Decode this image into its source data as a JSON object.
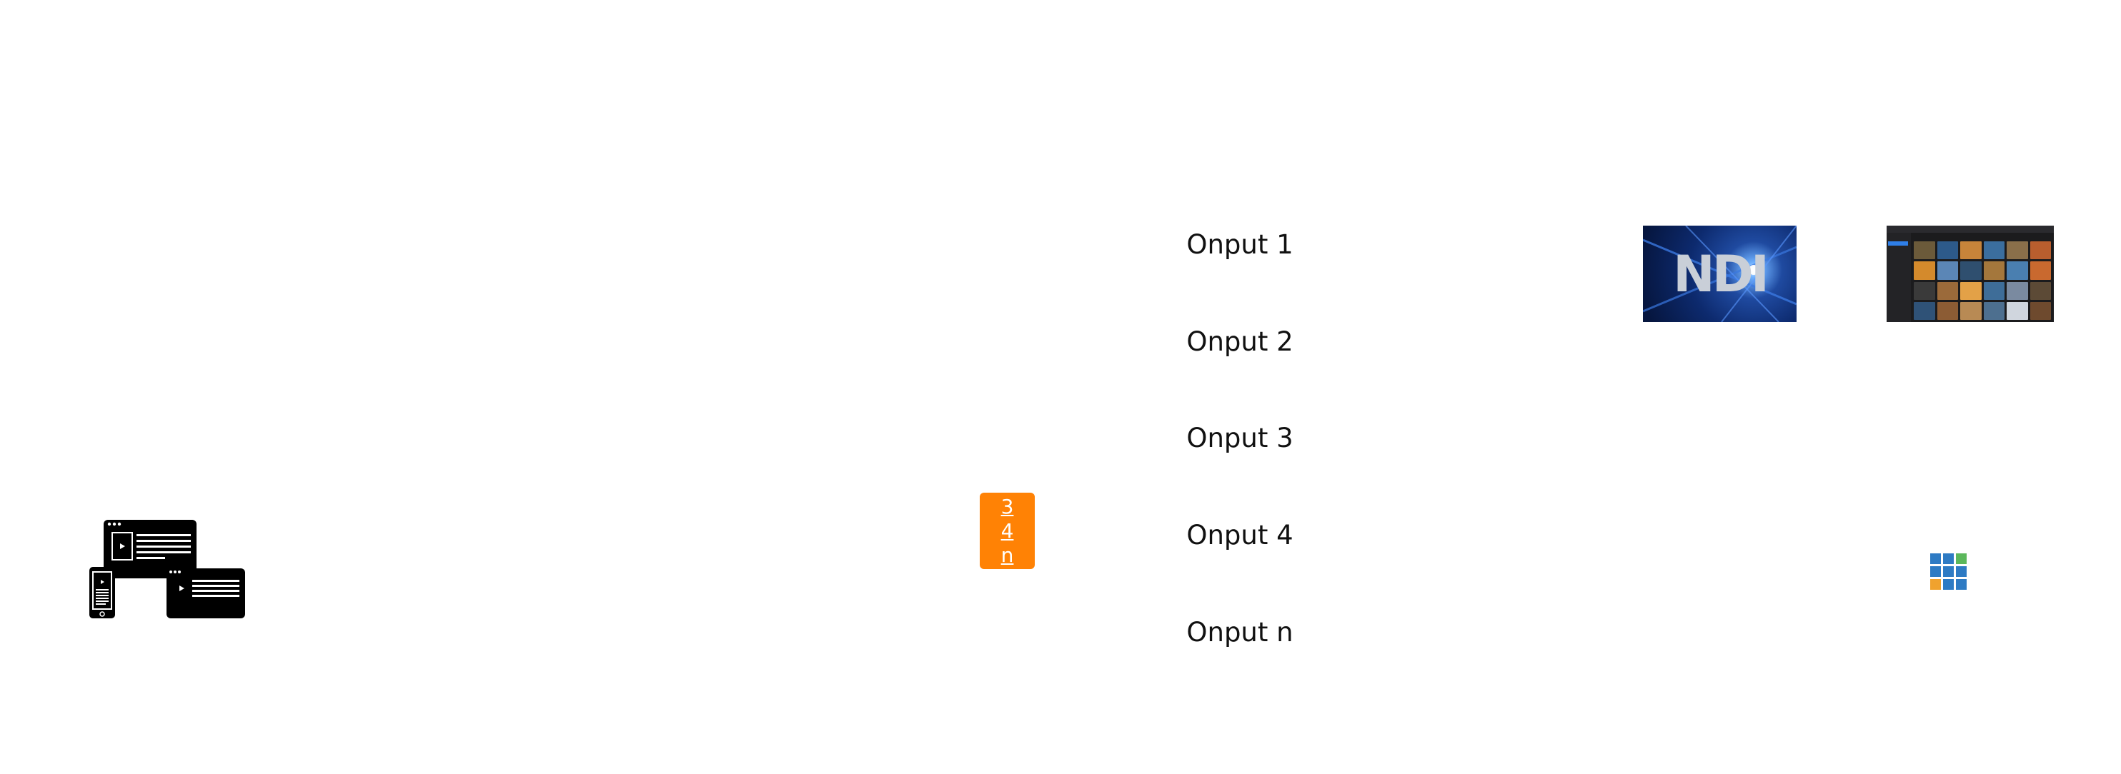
{
  "selector": {
    "items": [
      "3",
      "4",
      "n"
    ],
    "color": "#ff8205"
  },
  "outputs": {
    "items": [
      "Onput 1",
      "Onput 2",
      "Onput 3",
      "Onput 4",
      "Onput n"
    ]
  },
  "sources": {
    "ndi": {
      "logo_text": "NDI",
      "icon": "ndi-logo-thumbnail"
    },
    "gallery": {
      "icon": "media-gallery-screenshot"
    },
    "tiles": {
      "icon": "tiles-grid-icon",
      "colors": [
        "#2e7bc4",
        "#2e7bc4",
        "#5cb85c",
        "#2e7bc4",
        "#2e7bc4",
        "#2e7bc4",
        "#f0a22e",
        "#2e7bc4",
        "#2e7bc4"
      ]
    }
  },
  "devices": {
    "icon": "multi-device-icon"
  }
}
